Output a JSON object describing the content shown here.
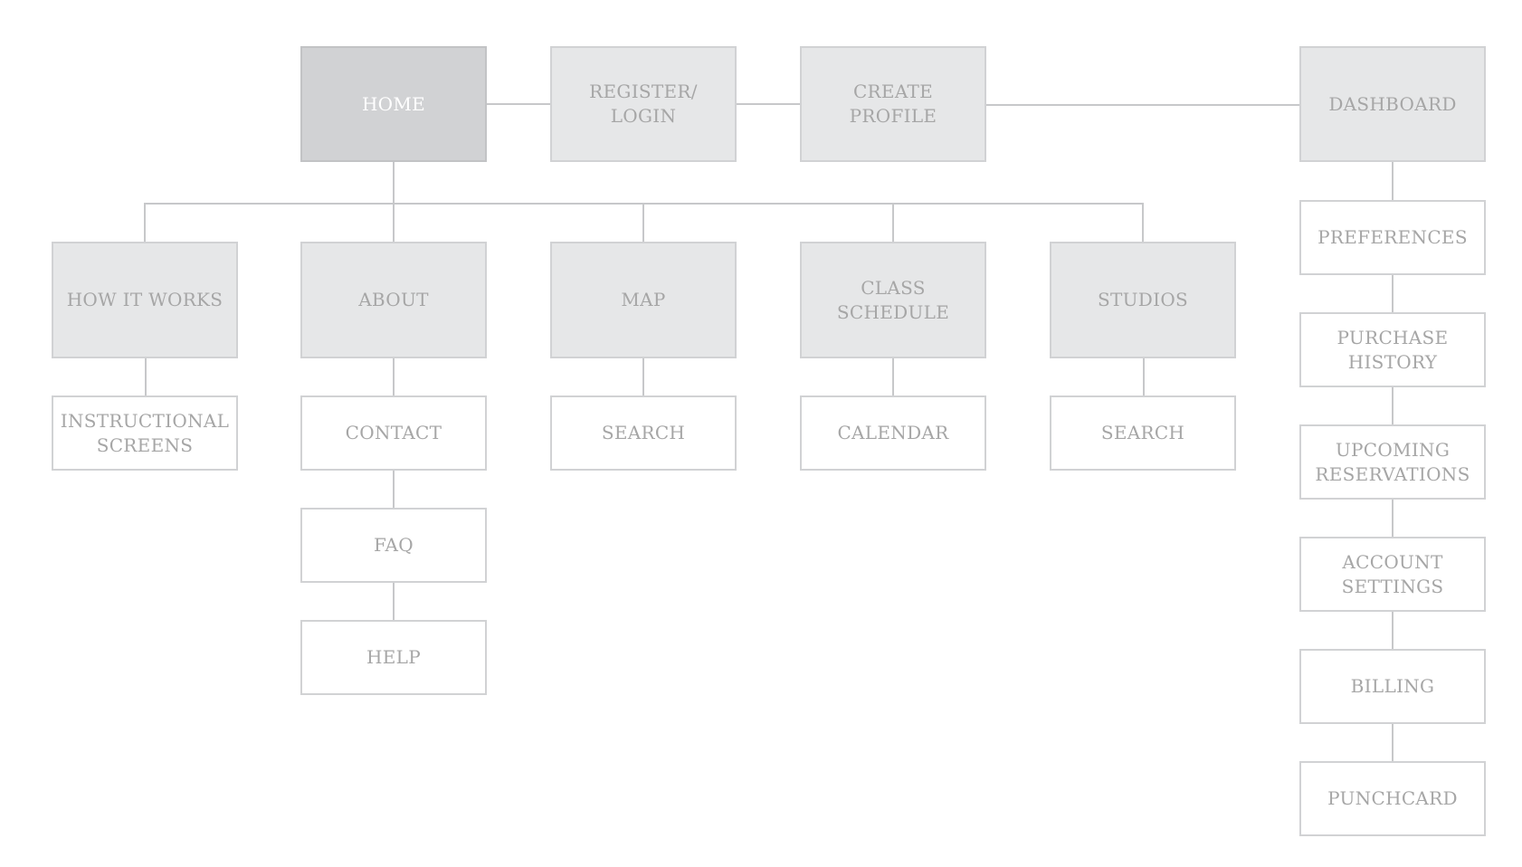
{
  "diagram": {
    "top_row": {
      "home": "HOME",
      "register_login": "REGISTER/\nLOGIN",
      "create_profile": "CREATE\nPROFILE",
      "dashboard": "DASHBOARD"
    },
    "sections": {
      "how_it_works": {
        "label": "HOW IT WORKS",
        "children": [
          "INSTRUCTIONAL\nSCREENS"
        ]
      },
      "about": {
        "label": "ABOUT",
        "children": [
          "CONTACT",
          "FAQ",
          "HELP"
        ]
      },
      "map": {
        "label": "MAP",
        "children": [
          "SEARCH"
        ]
      },
      "class_schedule": {
        "label": "CLASS\nSCHEDULE",
        "children": [
          "CALENDAR"
        ]
      },
      "studios": {
        "label": "STUDIOS",
        "children": [
          "SEARCH"
        ]
      }
    },
    "dashboard_items": [
      "PREFERENCES",
      "PURCHASE\nHISTORY",
      "UPCOMING\nRESERVATIONS",
      "ACCOUNT\nSETTINGS",
      "BILLING",
      "PUNCHCARD"
    ]
  },
  "colors": {
    "line": "#c7c8ca",
    "box_fill": "#e6e7e8",
    "box_border": "#d1d2d4",
    "home_fill": "#d1d2d4",
    "text": "#a6a6a6",
    "home_text": "#ffffff"
  }
}
